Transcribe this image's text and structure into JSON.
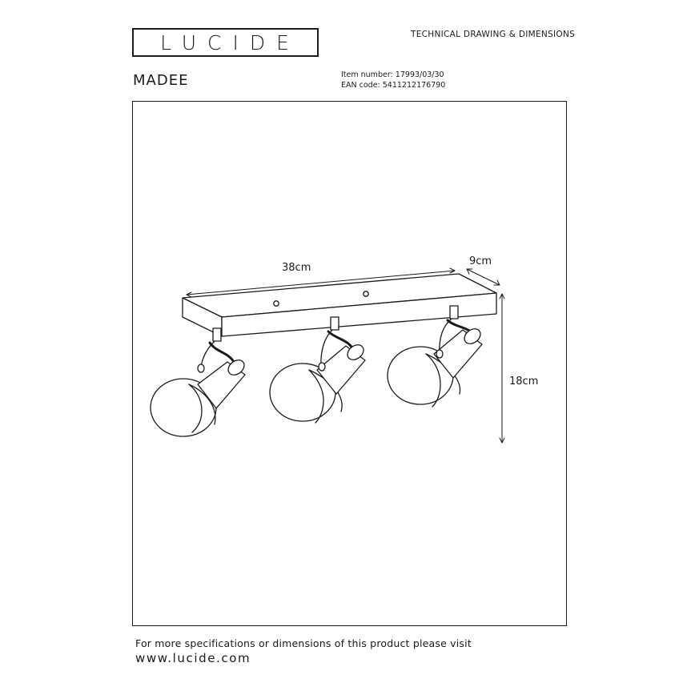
{
  "header": {
    "brand": "LUCIDE",
    "doc_title": "TECHNICAL DRAWING & DIMENSIONS",
    "product_name": "MADEE",
    "item_number": "Item number: 17993/03/30",
    "ean_code": "EAN code: 5411212176790"
  },
  "dimensions": {
    "length": "38cm",
    "depth": "9cm",
    "height": "18cm"
  },
  "footer": {
    "note": "For more specifications or dimensions of this product please visit",
    "url": "www.lucide.com"
  }
}
